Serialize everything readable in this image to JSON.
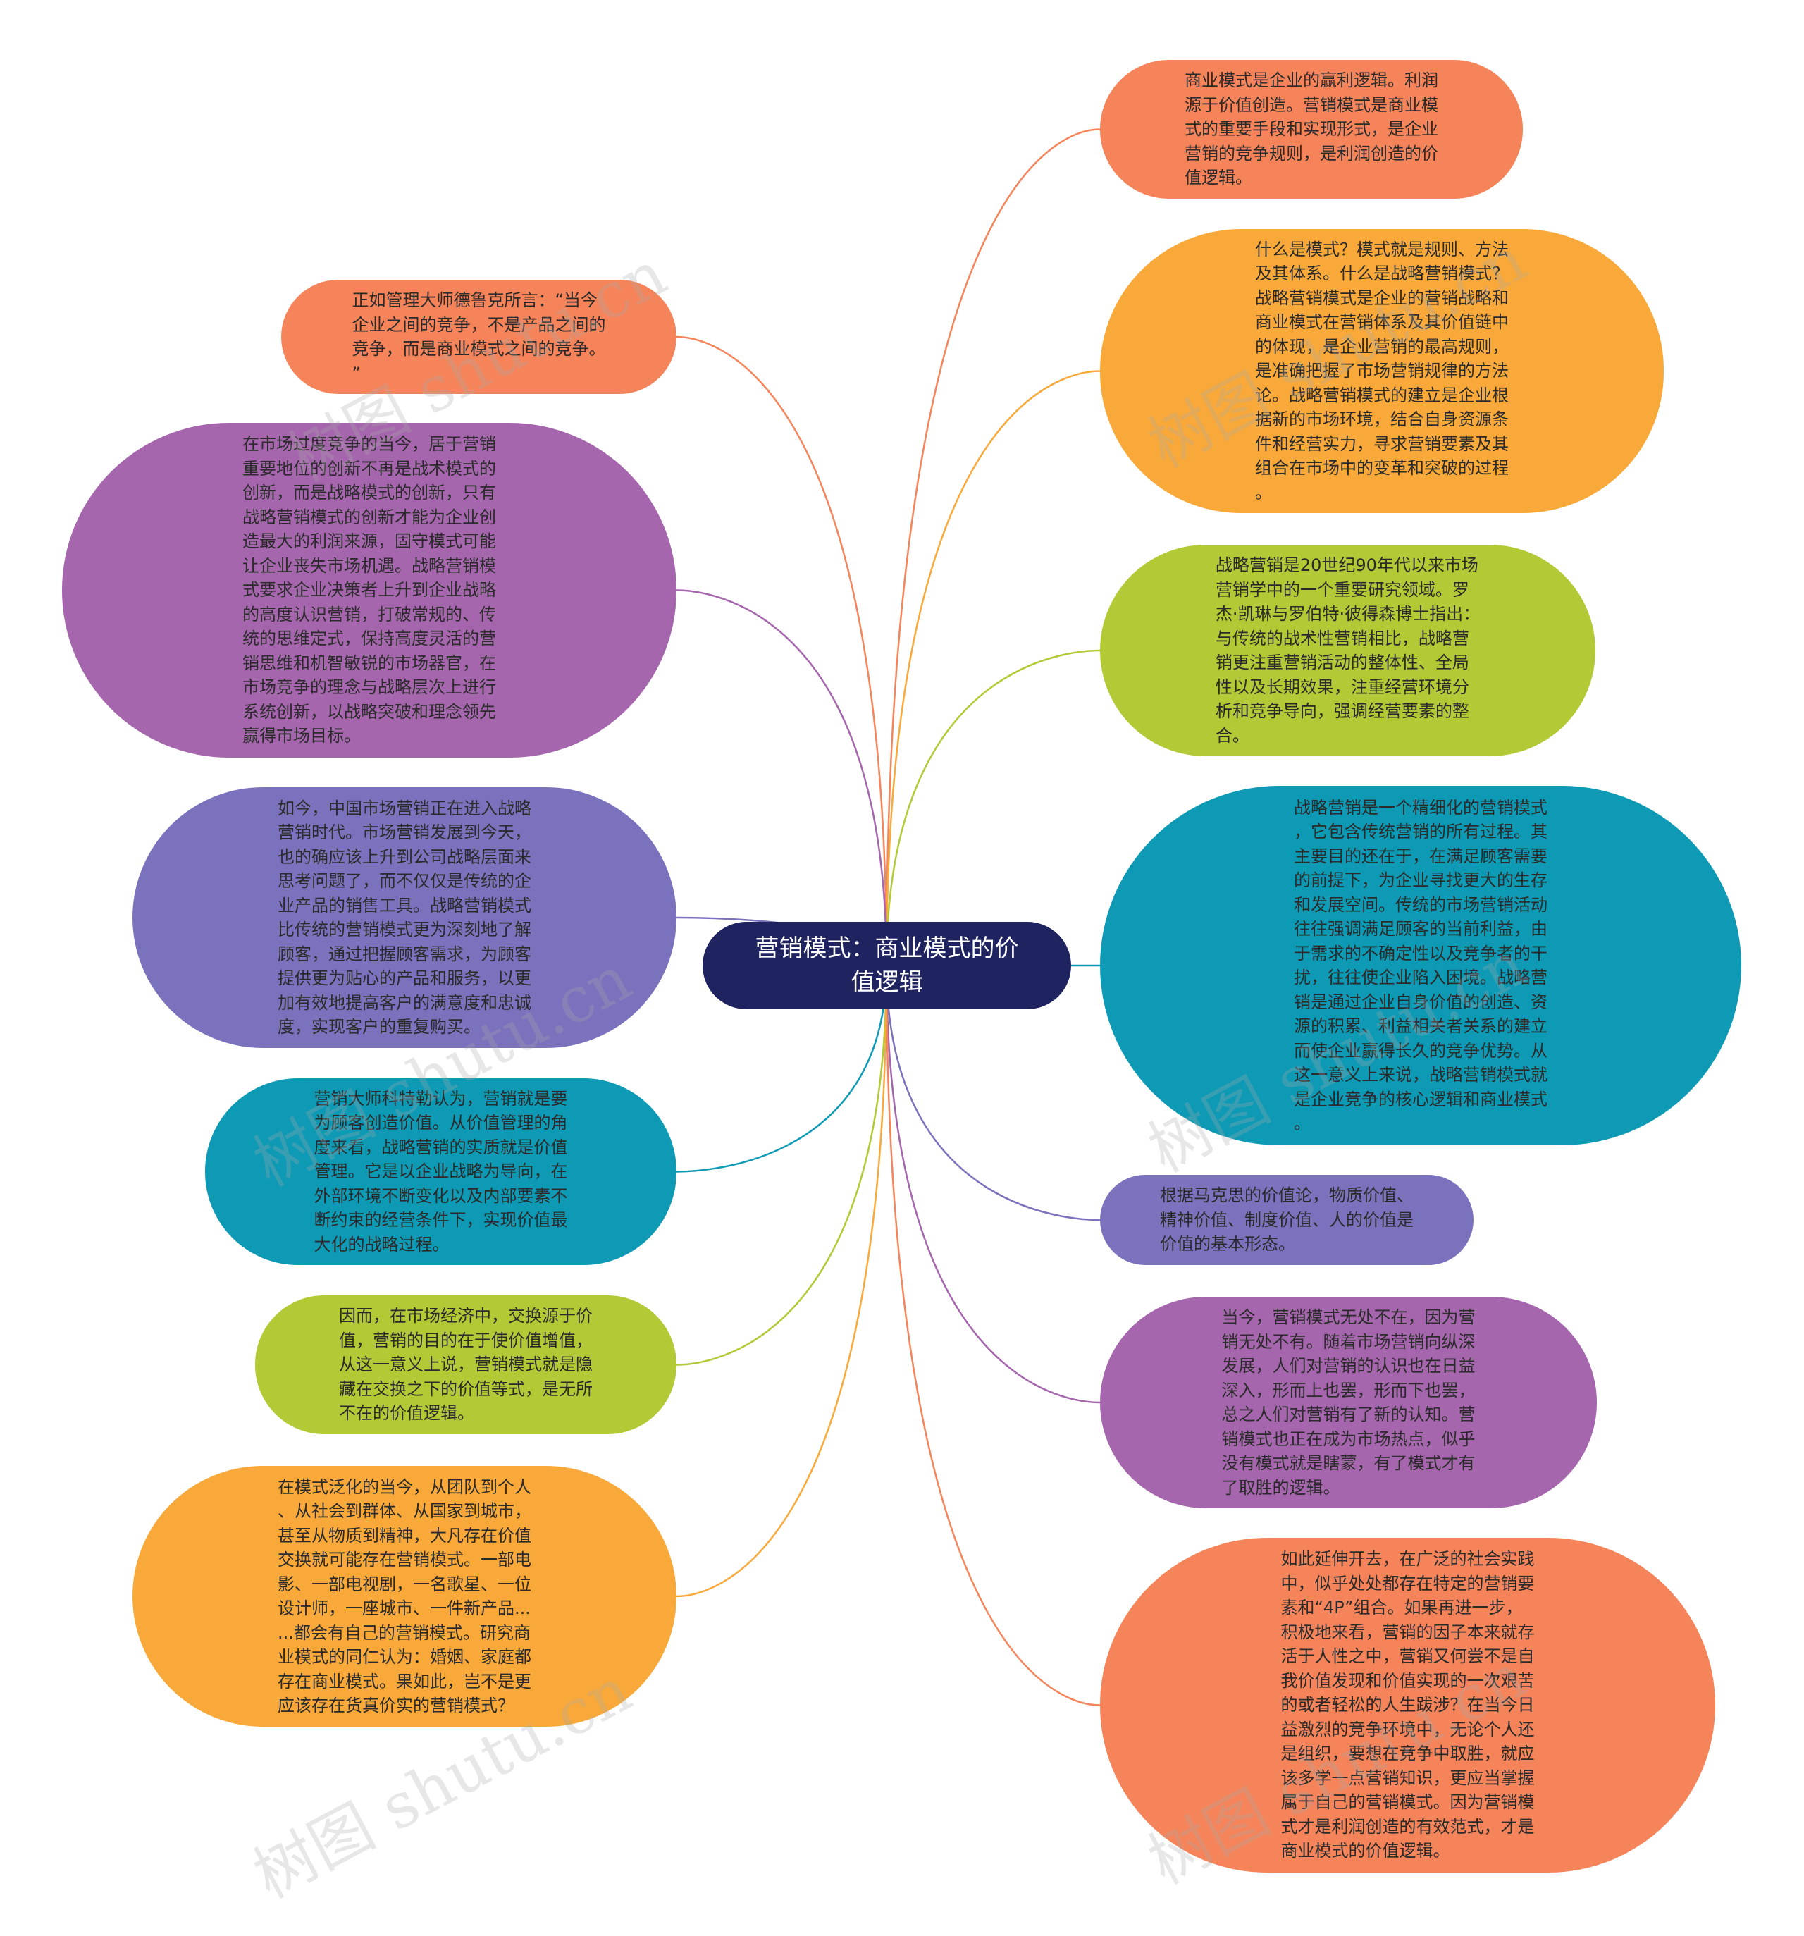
{
  "center": {
    "text": "营销模式：商业模式的价\n值逻辑",
    "color": "#1f2460"
  },
  "watermark": {
    "text": "树图 shutu.cn"
  },
  "nodes": [
    {
      "id": "r1",
      "color": "#f5845a",
      "text": "商业模式是企业的赢利逻辑。利润\n源于价值创造。营销模式是商业模\n式的重要手段和实现形式，是企业\n营销的竞争规则，是利润创造的价\n值逻辑。"
    },
    {
      "id": "r2",
      "color": "#f9a93a",
      "text": "什么是模式？模式就是规则、方法\n及其体系。什么是战略营销模式？\n战略营销模式是企业的营销战略和\n商业模式在营销体系及其价值链中\n的体现，是企业营销的最高规则，\n是准确把握了市场营销规律的方法\n论。战略营销模式的建立是企业根\n据新的市场环境，结合自身资源条\n件和经营实力，寻求营销要素及其\n组合在市场中的变革和突破的过程\n。"
    },
    {
      "id": "r3",
      "color": "#b3c935",
      "text": "战略营销是20世纪90年代以来市场\n营销学中的一个重要研究领域。罗\n杰·凯琳与罗伯特·彼得森博士指出：\n与传统的战术性营销相比，战略营\n销更注重营销活动的整体性、全局\n性以及长期效果，注重经营环境分\n析和竞争导向，强调经营要素的整\n合。"
    },
    {
      "id": "r4",
      "color": "#0e9ab5",
      "text": "战略营销是一个精细化的营销模式\n，它包含传统营销的所有过程。其\n主要目的还在于，在满足顾客需要\n的前提下，为企业寻找更大的生存\n和发展空间。传统的市场营销活动\n往往强调满足顾客的当前利益，由\n于需求的不确定性以及竞争者的干\n扰，往往使企业陷入困境。战略营\n销是通过企业自身价值的创造、资\n源的积累、利益相关者关系的建立\n而使企业赢得长久的竞争优势。从\n这一意义上来说，战略营销模式就\n是企业竞争的核心逻辑和商业模式\n。"
    },
    {
      "id": "r5",
      "color": "#7b72be",
      "text": "根据马克思的价值论，物质价值、\n精神价值、制度价值、人的价值是\n价值的基本形态。"
    },
    {
      "id": "r6",
      "color": "#a566ad",
      "text": "当今，营销模式无处不在，因为营\n销无处不有。随着市场营销向纵深\n发展，人们对营销的认识也在日益\n深入，形而上也罢，形而下也罢，\n总之人们对营销有了新的认知。营\n销模式也正在成为市场热点，似乎\n没有模式就是瞎蒙，有了模式才有\n了取胜的逻辑。"
    },
    {
      "id": "r7",
      "color": "#f5845a",
      "text": "如此延伸开去，在广泛的社会实践\n中，似乎处处都存在特定的营销要\n素和“4P”组合。如果再进一步，\n积极地来看，营销的因子本来就存\n活于人性之中，营销又何尝不是自\n我价值发现和价值实现的一次艰苦\n的或者轻松的人生跋涉？在当今日\n益激烈的竞争环境中，无论个人还\n是组织，要想在竞争中取胜，就应\n该多学一点营销知识，更应当掌握\n属于自己的营销模式。因为营销模\n式才是利润创造的有效范式，才是\n商业模式的价值逻辑。"
    },
    {
      "id": "l1",
      "color": "#f5845a",
      "text": "正如管理大师德鲁克所言：“当今\n企业之间的竞争，不是产品之间的\n竞争，而是商业模式之间的竞争。\n”"
    },
    {
      "id": "l2",
      "color": "#a566ad",
      "text": "在市场过度竞争的当今，居于营销\n重要地位的创新不再是战术模式的\n创新，而是战略模式的创新，只有\n战略营销模式的创新才能为企业创\n造最大的利润来源，固守模式可能\n让企业丧失市场机遇。战略营销模\n式要求企业决策者上升到企业战略\n的高度认识营销，打破常规的、传\n统的思维定式，保持高度灵活的营\n销思维和机智敏锐的市场器官，在\n市场竞争的理念与战略层次上进行\n系统创新，以战略突破和理念领先\n赢得市场目标。"
    },
    {
      "id": "l3",
      "color": "#7b72be",
      "text": "如今，中国市场营销正在进入战略\n营销时代。市场营销发展到今天，\n也的确应该上升到公司战略层面来\n思考问题了，而不仅仅是传统的企\n业产品的销售工具。战略营销模式\n比传统的营销模式更为深刻地了解\n顾客，通过把握顾客需求，为顾客\n提供更为贴心的产品和服务，以更\n加有效地提高客户的满意度和忠诚\n度，实现客户的重复购买。"
    },
    {
      "id": "l4",
      "color": "#0e9ab5",
      "text": "营销大师科特勒认为，营销就是要\n为顾客创造价值。从价值管理的角\n度来看，战略营销的实质就是价值\n管理。它是以企业战略为导向，在\n外部环境不断变化以及内部要素不\n断约束的经营条件下，实现价值最\n大化的战略过程。"
    },
    {
      "id": "l5",
      "color": "#b3c935",
      "text": "因而，在市场经济中，交换源于价\n值，营销的目的在于使价值增值，\n从这一意义上说，营销模式就是隐\n藏在交换之下的价值等式，是无所\n不在的价值逻辑。"
    },
    {
      "id": "l6",
      "color": "#f9a93a",
      "text": "在模式泛化的当今，从团队到个人\n、从社会到群体、从国家到城市，\n甚至从物质到精神，大凡存在价值\n交换就可能存在营销模式。一部电\n影、一部电视剧，一名歌星、一位\n设计师，一座城市、一件新产品...\n...都会有自己的营销模式。研究商\n业模式的同仁认为：婚姻、家庭都\n存在商业模式。果如此，岂不是更\n应该存在货真价实的营销模式？"
    }
  ]
}
